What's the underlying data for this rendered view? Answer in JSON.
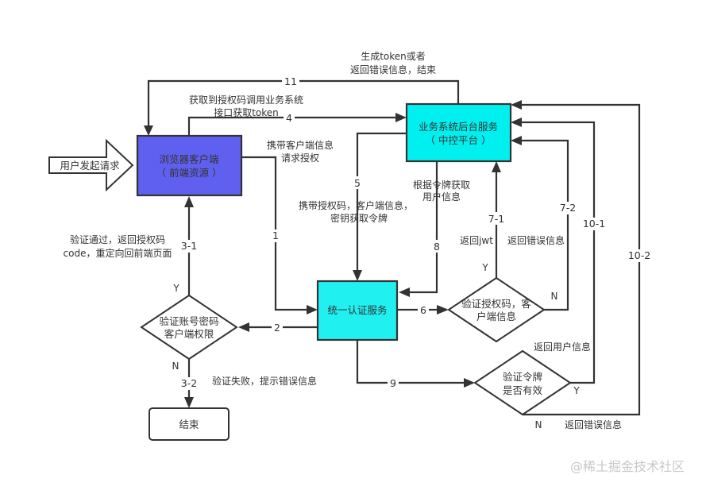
{
  "diagram": {
    "nodes": {
      "user_request": {
        "label": "用户发起请求"
      },
      "browser_client": {
        "line1": "浏览器客户端",
        "line2": "（ 前端资源 ）",
        "fill": "#6060f0"
      },
      "biz_backend": {
        "line1": "业务系统后台服务",
        "line2": "（ 中控平台 ）",
        "fill": "#00f0f0"
      },
      "auth_service": {
        "label": "统一认证服务",
        "fill": "#20f0f0"
      },
      "verify_account": {
        "line1": "验证账号密码",
        "line2": "客户端权限"
      },
      "verify_code": {
        "line1": "验证授权码，客",
        "line2": "户端信息"
      },
      "verify_token": {
        "line1": "验证令牌",
        "line2": "是否有效"
      },
      "end": {
        "label": "结束"
      }
    },
    "edge_numbers": {
      "e1": "1",
      "e2": "2",
      "e3_1": "3-1",
      "e3_2": "3-2",
      "e4": "4",
      "e5": "5",
      "e6": "6",
      "e7_1": "7-1",
      "e7_2": "7-2",
      "e8": "8",
      "e9": "9",
      "e10_1": "10-1",
      "e10_2": "10-2",
      "e11": "11"
    },
    "annotations": {
      "e11_line1": "生成token或者",
      "e11_line2": "返回错误信息，结束",
      "e4_line1": "获取到授权码调用业务系统",
      "e4_line2": "接口获取token",
      "e1_line1": "携带客户端信息",
      "e1_line2": "请求授权",
      "e5_line1": "携带授权码，客户端信息，",
      "e5_line2": "密钥获取令牌",
      "e8_line1": "根据令牌获取",
      "e8_line2": "用户信息",
      "e3_1_line1": "验证通过，返回授权码",
      "e3_1_line2": "code，重定向回前端页面",
      "e3_2": "验证失败，提示错误信息",
      "e7_1": "返回jwt",
      "e7_2": "返回错误信息",
      "e10_1": "返回用户信息",
      "e10_2": "返回错误信息"
    },
    "branch_labels": {
      "account_yes": "Y",
      "account_no": "N",
      "code_yes": "Y",
      "code_no": "N",
      "token_yes": "Y",
      "token_no": "N"
    }
  },
  "watermark": "@稀土掘金技术社区"
}
